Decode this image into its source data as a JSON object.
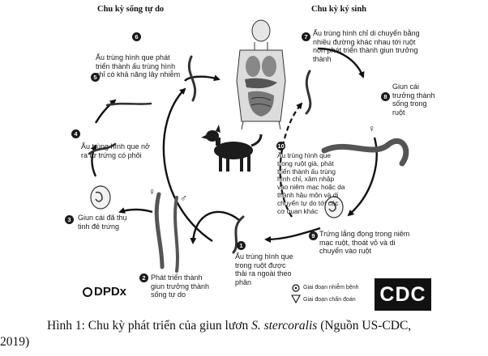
{
  "headers": {
    "free_living": "Chu kỳ sống tự do",
    "parasitic": "Chu kỳ ký sinh"
  },
  "steps": [
    {
      "n": "1",
      "text": "Ấu trùng hình que trong ruột được thải ra ngoài theo phân"
    },
    {
      "n": "2",
      "text": "Phát triển thành giun trưởng thành sống tự do"
    },
    {
      "n": "3",
      "text": "Giun cái đã thụ tinh đẻ trứng"
    },
    {
      "n": "4",
      "text": "Ấu trùng hình que nở ra từ trứng có phôi"
    },
    {
      "n": "5",
      "text": "Ấu trùng hình que phát triển thành ấu trùng hình chỉ có khả năng lây nhiễm"
    },
    {
      "n": "6",
      "text": ""
    },
    {
      "n": "7",
      "text": "Ấu trùng hình chỉ di chuyển bằng nhiều đường khác nhau tới ruột non phát triển thành giun trưởng thành"
    },
    {
      "n": "8",
      "text": "Giun cái trưởng thành sống trong ruột"
    },
    {
      "n": "9",
      "text": "Trứng lắng đọng trong niêm mạc ruột, thoát vỏ và di chuyển vào ruột"
    },
    {
      "n": "10",
      "text": "Ấu trùng hình que trong ruột già, phát triển thành ấu trùng hình chỉ, xâm nhập vào niêm mạc hoặc da thành hậu môn và di chuyển tự do tới các cơ quan khác"
    }
  ],
  "symbols": {
    "female": "♀",
    "male": "♂"
  },
  "legend": {
    "infective": "Giai đoạn nhiễm bệnh",
    "diagnostic": "Giai đoạn chẩn đoán"
  },
  "logos": {
    "dpdx": "DPDx",
    "cdc": "CDC"
  },
  "caption": {
    "prefix": "Hình 1: Chu kỳ phát triển của giun lươn ",
    "species": "S. stercoralis",
    "suffix": " (Nguồn US-CDC,",
    "line2": "2019)"
  }
}
